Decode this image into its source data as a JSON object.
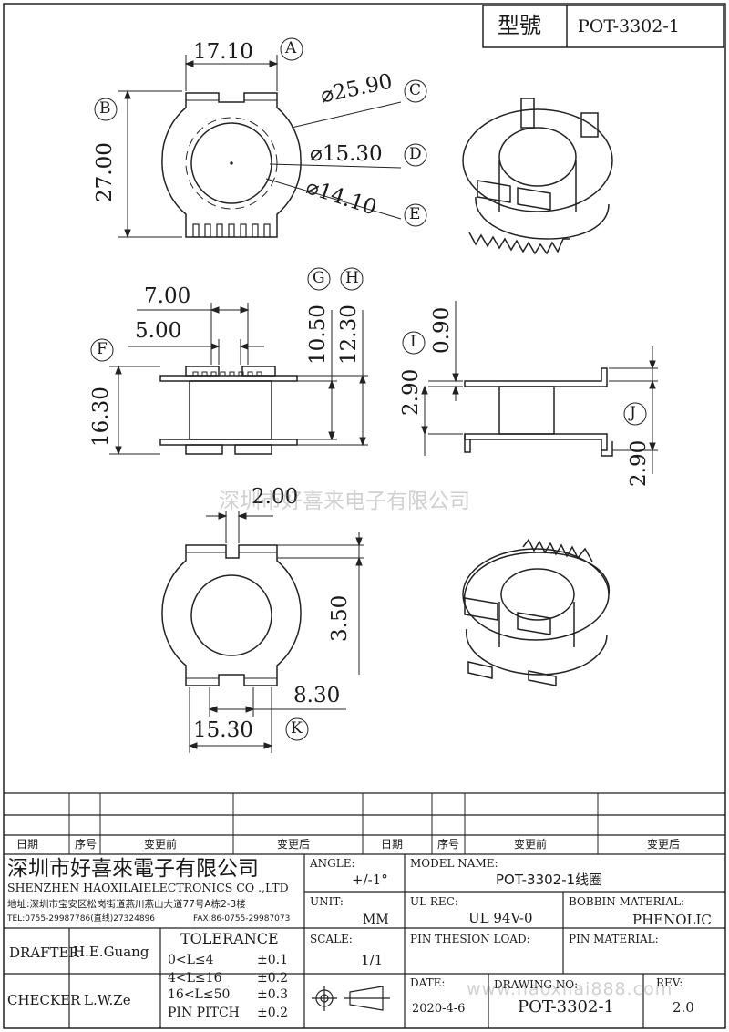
{
  "model_box": {
    "label": "型號",
    "value": "POT-3302-1"
  },
  "dims": {
    "top_width": "17.10",
    "outer_dia": "⌀25.90",
    "inner_dia": "⌀15.30",
    "bore_dia": "⌀14.10",
    "height": "27.00",
    "slot_width": "7.00",
    "slot_inner": "5.00",
    "total_height": "16.30",
    "dim_g": "10.50",
    "dim_h": "12.30",
    "dim_i_top": "0.90",
    "dim_i": "2.90",
    "dim_j": "2.90",
    "gap_width": "2.00",
    "notch_depth": "3.50",
    "bottom_inner": "8.30",
    "bottom_width": "15.30"
  },
  "callouts": {
    "a": "A",
    "b": "B",
    "c": "C",
    "d": "D",
    "e": "E",
    "f": "F",
    "g": "G",
    "h": "H",
    "i": "I",
    "j": "J",
    "k": "K"
  },
  "watermark": {
    "center": "深圳市好喜来电子有限公司",
    "url": "www.haoxilai888.com"
  },
  "revision_headers": {
    "date": "日期",
    "seq": "序号",
    "before": "变更前",
    "after": "变更后"
  },
  "company": {
    "name_cn": "深圳市好喜來電子有限公司",
    "name_en": "SHENZHEN HAOXILAIELECTRONICS CO .,LTD",
    "address": "地址:深圳市宝安区松岗街道燕川燕山大道77号A栋2-3楼",
    "tel": "TEL:0755-29987786(直线)27324896",
    "fax": "FAX:86-0755-29987073"
  },
  "fields": {
    "angle_label": "ANGLE:",
    "angle_value": "+/-1°",
    "model_label": "MODEL NAME:",
    "model_value": "POT-3302-1线圈",
    "unit_label": "UNIT:",
    "unit_value": "MM",
    "ul_label": "UL REC:",
    "ul_value": "UL 94V-0",
    "bobbin_label": "BOBBIN MATERIAL:",
    "bobbin_value": "PHENOLIC",
    "scale_label": "SCALE:",
    "scale_value": "1/1",
    "pin_load_label": "PIN THESION LOAD:",
    "pin_mat_label": "PIN MATERIAL:",
    "date_label": "DATE:",
    "date_value": "2020-4-6",
    "drawing_label": "DRAWING NO:",
    "drawing_value": "POT-3302-1",
    "rev_label": "REV:",
    "rev_value": "2.0"
  },
  "staff": {
    "drafter_label": "DRAFTER",
    "drafter_value": "H.E.Guang",
    "checker_label": "CHECKER",
    "checker_value": "L.W.Ze"
  },
  "tolerance": {
    "title": "TOLERANCE",
    "rows": [
      {
        "range": "0<L≤4",
        "value": "±0.1"
      },
      {
        "range": "4<L≤16",
        "value": "±0.2"
      },
      {
        "range": "16<L≤50",
        "value": "±0.3"
      },
      {
        "range": "PIN PITCH",
        "value": "±0.2"
      }
    ]
  }
}
